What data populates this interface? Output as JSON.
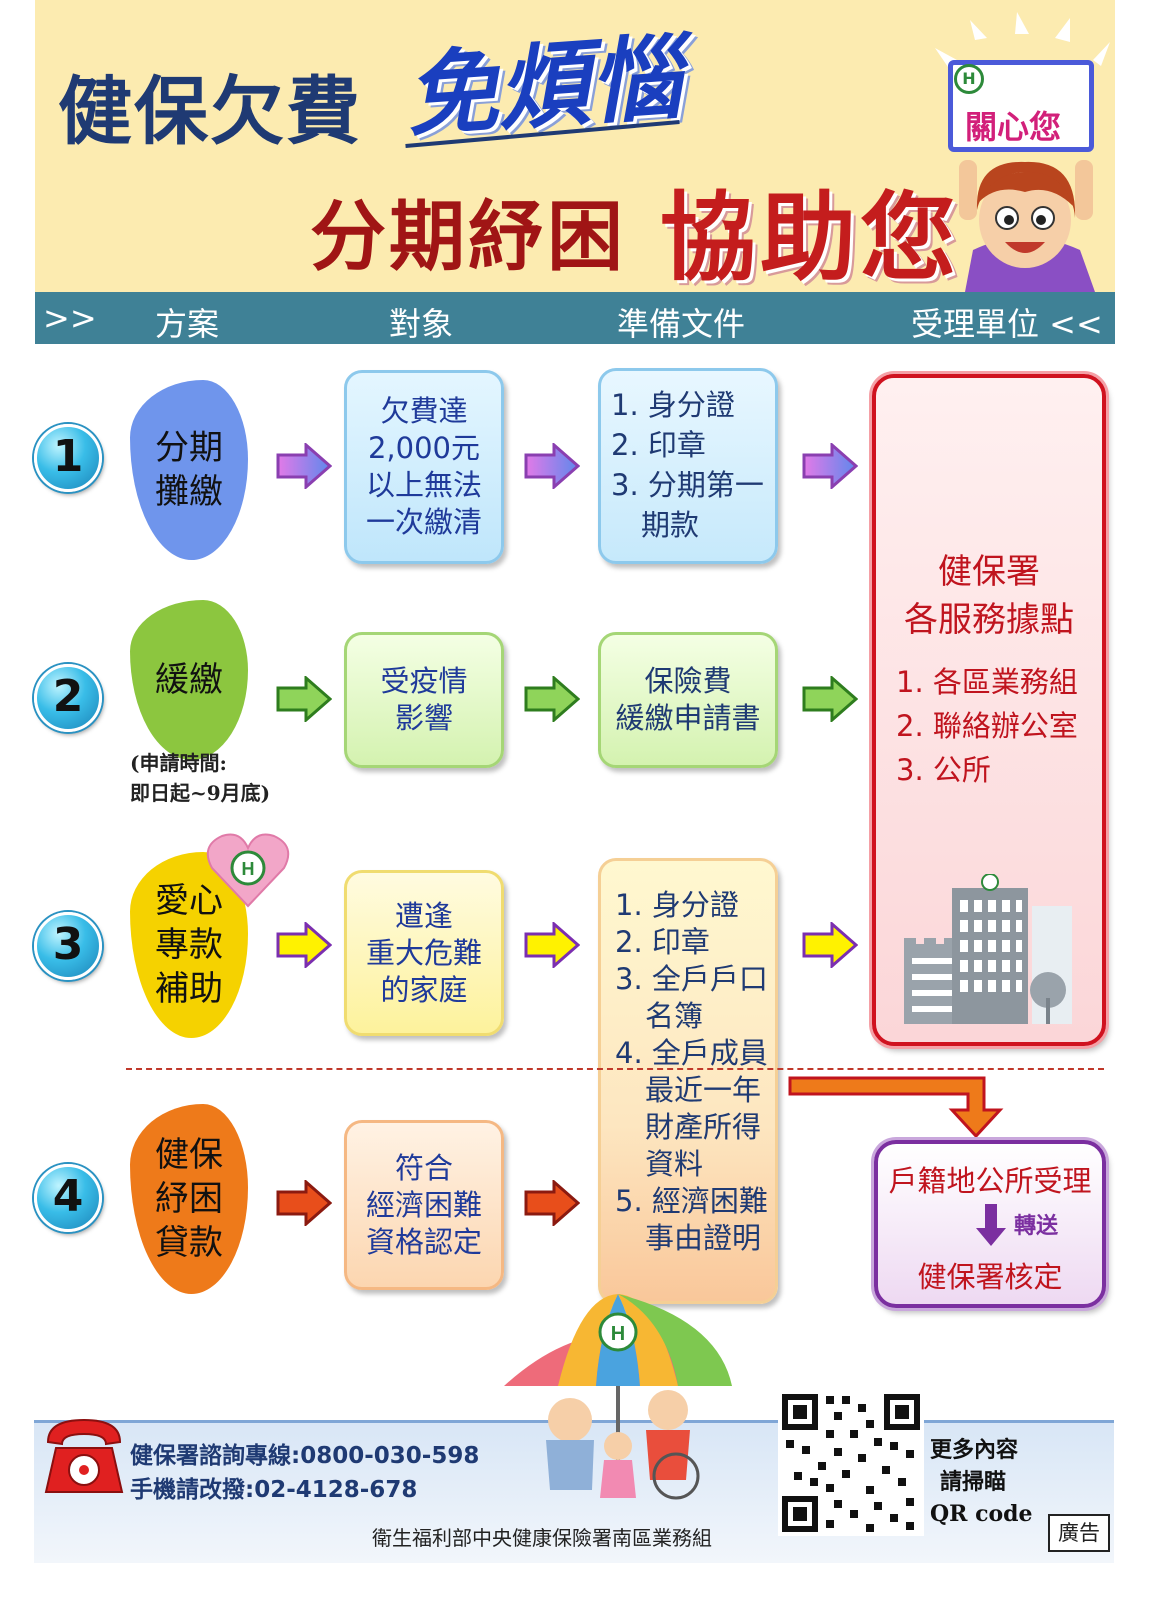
{
  "header": {
    "title_part1": "健保欠費",
    "title_part1_emphasis": "免煩惱",
    "title_part2": "分期紓困",
    "title_part2_emphasis": "協助您",
    "care_sign": "關心您"
  },
  "nav": {
    "left_marker": ">>",
    "col1": "方案",
    "col2": "對象",
    "col3": "準備文件",
    "col4": "受理單位 <<"
  },
  "rows": [
    {
      "number": "1",
      "plan": [
        "分期",
        "攤繳"
      ],
      "target": [
        "欠費達",
        "2,000元",
        "以上無法",
        "一次繳清"
      ]
    },
    {
      "number": "2",
      "plan": [
        "緩繳"
      ],
      "target": [
        "受疫情",
        "影響"
      ],
      "note1": "(申請時間:",
      "note2": "即日起~9月底)"
    },
    {
      "number": "3",
      "plan": [
        "愛心",
        "專款",
        "補助"
      ],
      "target": [
        "遭逢",
        "重大危難",
        "的家庭"
      ]
    },
    {
      "number": "4",
      "plan": [
        "健保",
        "紓困",
        "貸款"
      ],
      "target": [
        "符合",
        "經濟困難",
        "資格認定"
      ]
    }
  ],
  "docs1": [
    "1. 身分證",
    "2. 印章",
    "3. 分期第一",
    "期款"
  ],
  "docs2": [
    "保險費",
    "緩繳申請書"
  ],
  "docs3": [
    "1. 身分證",
    "2. 印章",
    "3. 全戶戶口",
    "名簿",
    "4. 全戶成員",
    "最近一年",
    "財產所得",
    "資料",
    "5. 經濟困難",
    "事由證明"
  ],
  "office": {
    "title1": "健保署",
    "title2": "各服務據點",
    "items": [
      "1. 各區業務組",
      "2. 聯絡辦公室",
      "3. 公所"
    ]
  },
  "household": {
    "line1": "戶籍地公所受理",
    "transfer": "轉送",
    "line2": "健保署核定"
  },
  "footer": {
    "hotline": "健保署諮詢專線:0800-030-598",
    "mobile": "手機請改撥:02-4128-678",
    "qr1": "更多內容",
    "qr2": "請掃瞄",
    "qr3": "QR code",
    "org": "衛生福利部中央健康保險署南區業務組",
    "ad": "廣告"
  },
  "colors": {
    "nav_bg": "#3f8196",
    "header_bg": "#fcebb0",
    "row1_blob": "#6f95ec",
    "row2_blob": "#8cc63f",
    "row3_blob": "#f5d200",
    "row4_blob": "#ee7a1a",
    "office_border": "#d0121f"
  }
}
